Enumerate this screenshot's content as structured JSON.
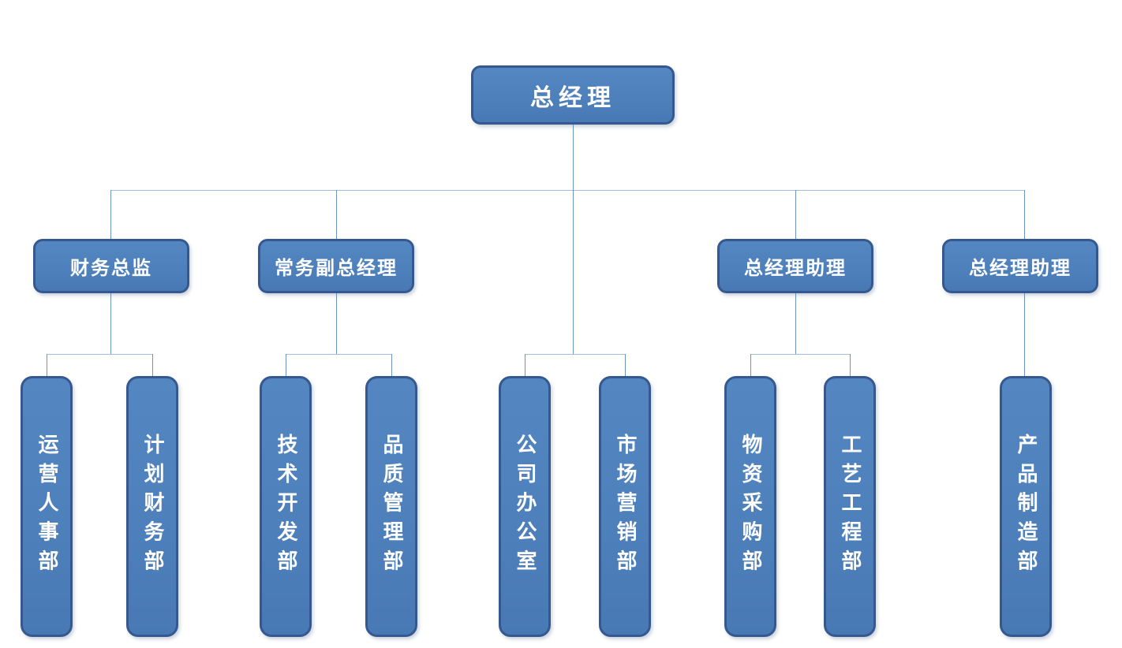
{
  "org": {
    "root": {
      "label": "总经理"
    },
    "branches": [
      {
        "manager": "财务总监",
        "departments": [
          "运营人事部",
          "计划财务部"
        ]
      },
      {
        "manager": "常务副总经理",
        "departments": [
          "技术开发部",
          "品质管理部"
        ]
      },
      {
        "manager": null,
        "departments": [
          "公司办公室",
          "市场营销部"
        ]
      },
      {
        "manager": "总经理助理",
        "departments": [
          "物资采购部",
          "工艺工程部"
        ]
      },
      {
        "manager": "总经理助理",
        "departments": [
          "产品制造部"
        ]
      }
    ]
  },
  "colors": {
    "node_fill": "#4E80BC",
    "node_border": "#35598F",
    "node_text": "#FFFFFF",
    "connector_vertical": "#6B93C3",
    "connector_horizontal": "#A3BEDD",
    "background": "#FFFFFF"
  }
}
